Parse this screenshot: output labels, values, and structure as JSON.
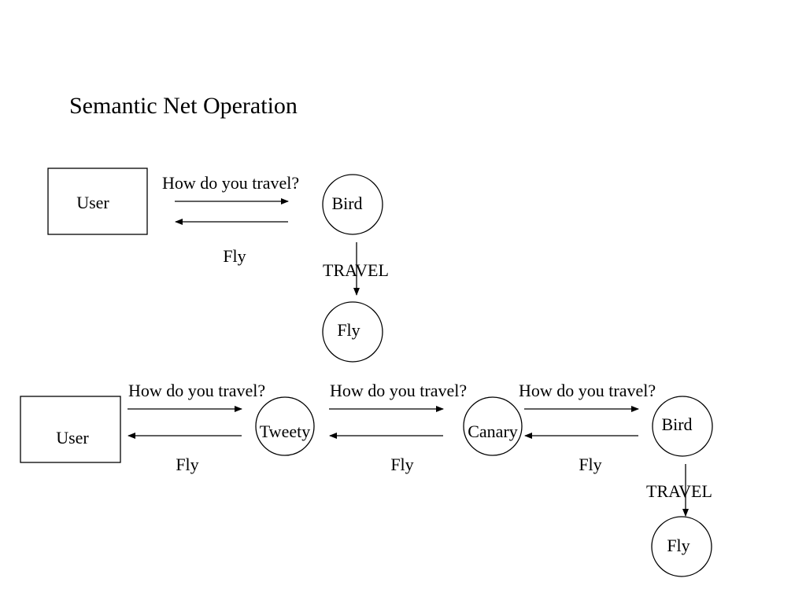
{
  "title": "Semantic Net Operation",
  "diagram1": {
    "user": "User",
    "question": "How do you travel?",
    "answer": "Fly",
    "bird": "Bird",
    "relation": "TRAVEL",
    "fly_node": "Fly"
  },
  "diagram2": {
    "user": "User",
    "tweety": "Tweety",
    "canary": "Canary",
    "bird": "Bird",
    "relation": "TRAVEL",
    "fly_node": "Fly",
    "questions": [
      "How do you travel?",
      "How do you travel?",
      "How do you travel?"
    ],
    "answers": [
      "Fly",
      "Fly",
      "Fly"
    ]
  }
}
